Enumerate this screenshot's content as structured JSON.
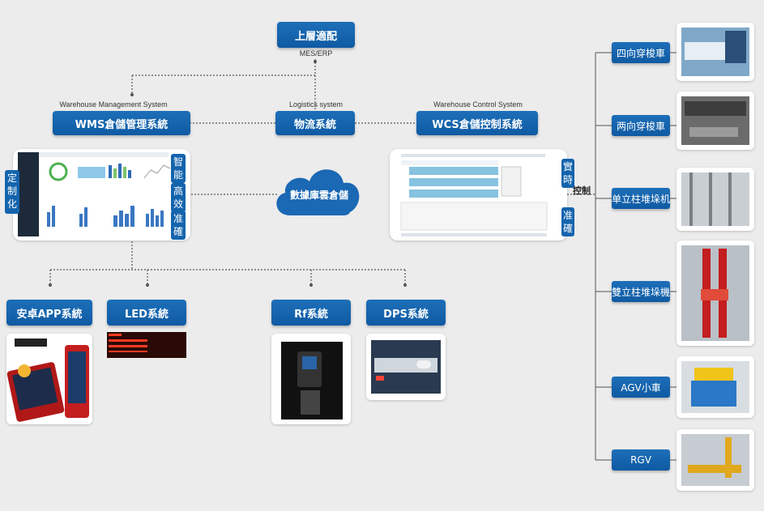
{
  "top": {
    "label": "上層適配",
    "sub": "MES/ERP"
  },
  "wms": {
    "label": "WMS倉儲管理系統",
    "sub": "Warehouse Management System"
  },
  "logistics": {
    "label": "物流系統",
    "sub": "Logistics system"
  },
  "wcs": {
    "label": "WCS倉儲控制系統",
    "sub": "Warehouse Control System"
  },
  "cloud": {
    "label": "數據庫雲倉儲"
  },
  "left_side_tag": "定制化",
  "wms_tags": [
    "智能",
    "高效",
    "准確"
  ],
  "wcs_tags": [
    "實時",
    "准確"
  ],
  "control_label": "控制",
  "bottom": [
    {
      "label": "安卓APP系統"
    },
    {
      "label": "LED系統"
    },
    {
      "label": "Rf系統"
    },
    {
      "label": "DPS系統"
    }
  ],
  "equipment": [
    {
      "label": "四向穿梭車"
    },
    {
      "label": "两向穿梭車"
    },
    {
      "label": "单立柱堆垛机"
    },
    {
      "label": "雙立柱堆垛機"
    },
    {
      "label": "AGV小車"
    },
    {
      "label": "RGV"
    }
  ],
  "colors": {
    "primary": "#1464ad",
    "background": "#ececec",
    "line": "#555555"
  }
}
